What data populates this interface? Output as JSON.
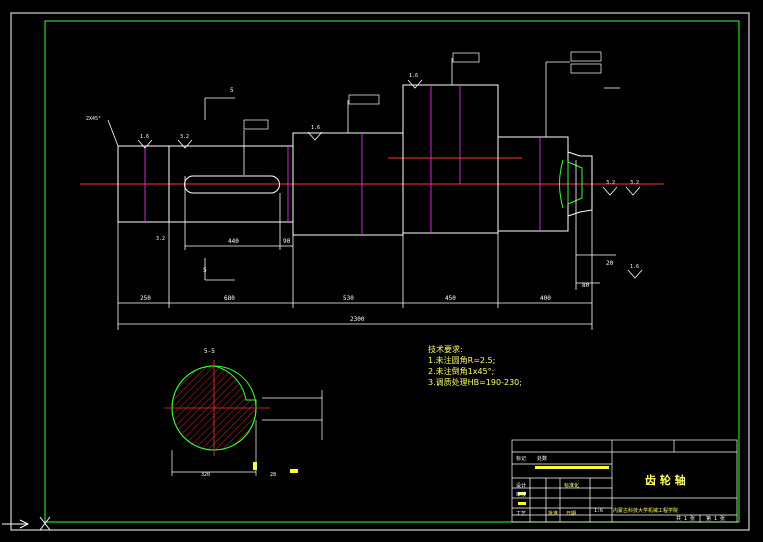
{
  "section": {
    "label": "5-5"
  },
  "cut_marks": {
    "top": "5",
    "bottom": "5"
  },
  "technical_requirements": {
    "title": "技术要求:",
    "items": [
      "1.未注圆角R=2.5;",
      "2.未注倒角1x45°;",
      "3.调质处理HB=190-230;"
    ]
  },
  "dimensions": {
    "segments": [
      "250",
      "680",
      "530",
      "450",
      "400"
    ],
    "overall": "2300",
    "keyway_length": "440",
    "keyway_offset": "90",
    "right_small_a": "20",
    "right_small_b": "80",
    "chamfer_note": "2X45°"
  },
  "roughness": [
    "1.6",
    "3.2",
    "1.6",
    "1.6",
    "3.2",
    "3.2",
    "1.6",
    "3.2"
  ],
  "section_dims": {
    "width": "320",
    "keyway": "28"
  },
  "title_block": {
    "part_name": "齿 轮 轴",
    "school": "内蒙古科技大学机械工程学院",
    "scale": "1:6",
    "sheet_total": "共 1 张",
    "sheet_no": "第 1 张",
    "labels": [
      "标记",
      "处数",
      "设计",
      "审核",
      "工艺",
      "标准化",
      "批准",
      "日期"
    ]
  }
}
